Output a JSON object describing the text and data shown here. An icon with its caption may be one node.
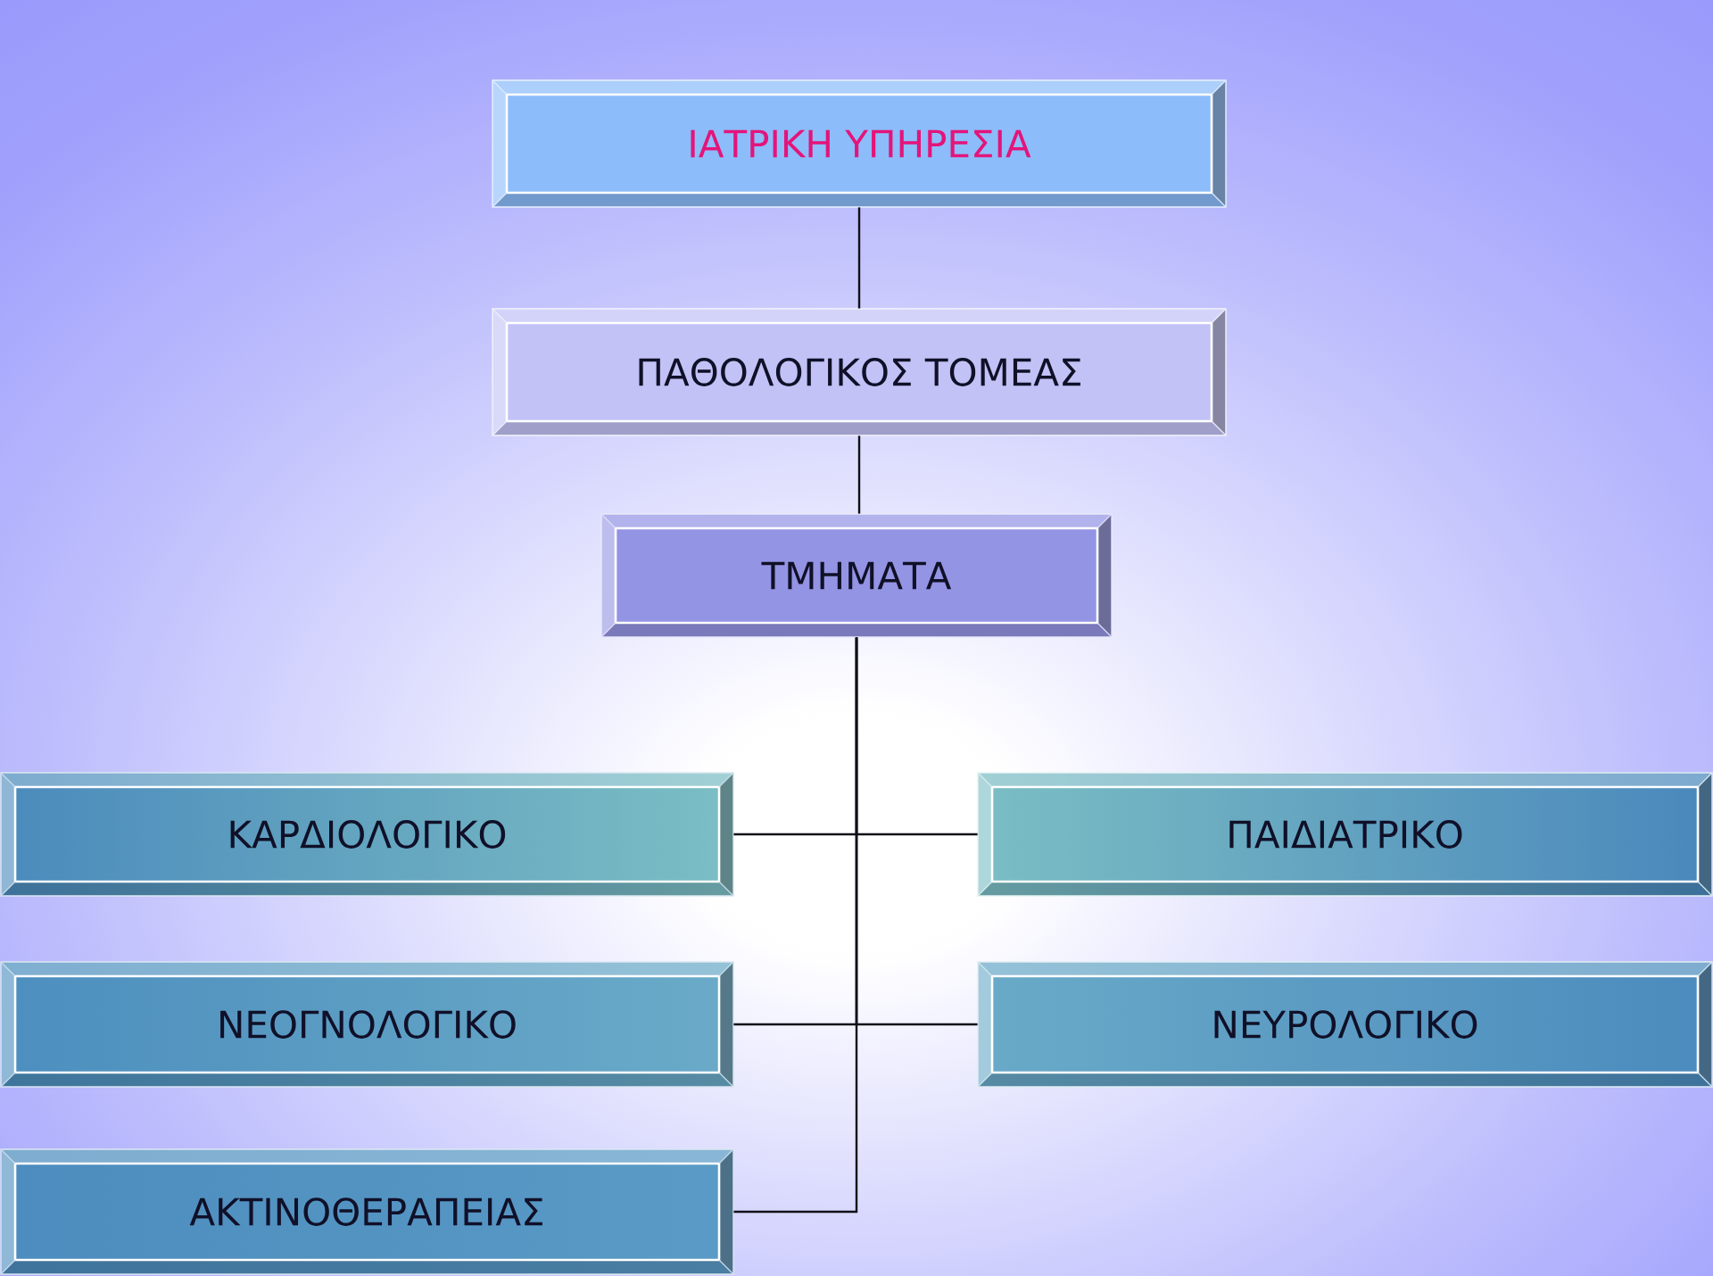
{
  "diagram": {
    "nodes": [
      {
        "text": [
          "ΙΑΤΡΙΚΗ ΥΠΗΡΕΣΙΑ"
        ]
      },
      {
        "text": [
          "ΠΑΘΟΛΟΓΙΚΟΣ ΤΟΜΕΑΣ"
        ]
      },
      {
        "text": [
          "ΤΜΗΜΑΤΑ"
        ]
      },
      {
        "text": [
          "ΚΑΡΔΙΟΛΟΓΙΚΟ"
        ]
      },
      {
        "text": [
          "ΠΑΙΔΙΑΤΡΙΚΟ"
        ]
      },
      {
        "text": [
          "ΝΕΟΓΝΟΛΟΓΙΚΟ"
        ]
      },
      {
        "text": [
          "ΝΕΥΡΟΛΟΓΙΚΟ"
        ]
      },
      {
        "text": [
          "ΑΚΤΙΝΟΘΕΡΑΠΕΙΑΣ"
        ]
      }
    ],
    "edges": [
      {
        "from": 0,
        "to": 1,
        "arrow": "none"
      },
      {
        "from": 1,
        "to": 2,
        "arrow": "none"
      },
      {
        "from": 2,
        "to": 3,
        "arrow": "none"
      },
      {
        "from": 2,
        "to": 4,
        "arrow": "none"
      },
      {
        "from": 2,
        "to": 5,
        "arrow": "none"
      },
      {
        "from": 2,
        "to": 6,
        "arrow": "none"
      },
      {
        "from": 2,
        "to": 7,
        "arrow": "none"
      }
    ]
  }
}
